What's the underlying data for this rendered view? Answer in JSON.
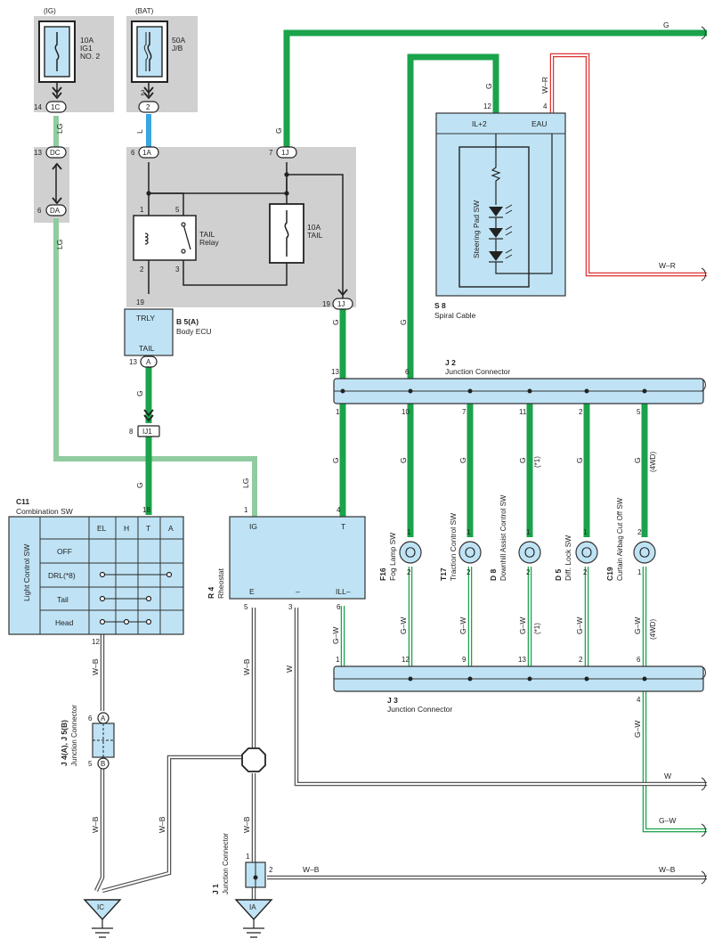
{
  "power": {
    "ig_label": "(IG)",
    "bat_label": "(BAT)",
    "fuse_ig_line1": "10A",
    "fuse_ig_line2": "IG1",
    "fuse_ig_line3": "NO. 2",
    "fuse_bat_line1": "50A",
    "fuse_bat_line2": "J/B",
    "fuse_tail_line1": "10A",
    "fuse_tail_line2": "TAIL",
    "relay_line1": "TAIL",
    "relay_line2": "Relay"
  },
  "connectors": {
    "c1C": "1C",
    "c1C_pin": "14",
    "c2": "2",
    "c2_pin": "2",
    "cDC": "DC",
    "cDC_pin": "13",
    "cDA": "DA",
    "cDA_pin": "6",
    "c1A": "1A",
    "c1A_pin": "6",
    "c1J_top": "1J",
    "c1J_top_pin": "7",
    "c1J_bot": "1J",
    "c1J_bot_pin": "19",
    "cA": "A",
    "cA_pin": "13",
    "cIJ1": "IJ1",
    "cIJ1_pin": "8",
    "j4_a": "A",
    "j4_a_pin": "6",
    "j4_b": "B",
    "j4_b_pin": "5"
  },
  "relay_pins": {
    "p1": "1",
    "p2": "2",
    "p3": "3",
    "p5": "5",
    "p19": "19"
  },
  "body_ecu": {
    "code": "B 5(A)",
    "name": "Body ECU",
    "trly": "TRLY",
    "tail": "TAIL"
  },
  "spiral": {
    "code": "S 8",
    "name": "Spiral Cable",
    "il2": "IL+2",
    "eau": "EAU",
    "pin12": "12",
    "pin4": "4",
    "steering": "Steering Pad SW"
  },
  "j2": {
    "code": "J 2",
    "name": "Junction Connector",
    "pins": [
      "13",
      "6",
      "1",
      "10",
      "7",
      "11",
      "2",
      "5"
    ]
  },
  "j3": {
    "code": "J 3",
    "name": "Junction Connector",
    "pins": [
      "1",
      "12",
      "9",
      "13",
      "2",
      "6",
      "4"
    ]
  },
  "combo": {
    "code": "C11",
    "name": "Combination SW",
    "side": "Light Control SW",
    "cols": [
      "EL",
      "H",
      "T",
      "A"
    ],
    "rows": [
      "OFF",
      "DRL(*8)",
      "Tail",
      "Head"
    ],
    "pin18": "18",
    "pin12": "12"
  },
  "rheostat": {
    "code": "R 4",
    "name": "Rheostat",
    "ig": "IG",
    "t": "T",
    "e": "E",
    "minus": "–",
    "ill": "ILL–",
    "p1": "1",
    "p4": "4",
    "p5": "5",
    "p3": "3",
    "p6": "6"
  },
  "j4": {
    "code": "J 4(A), J 5(B)",
    "name": "Junction Connector"
  },
  "j1": {
    "code": "J 1",
    "name": "Junction Connector",
    "p1": "1",
    "p2": "2"
  },
  "grounds": {
    "ic": "IC",
    "ia": "IA"
  },
  "switches": [
    {
      "code": "F16",
      "name": "Fog Lamp SW",
      "top": "1",
      "bot": "2",
      "note": ""
    },
    {
      "code": "T17",
      "name": "Traction Control SW",
      "top": "1",
      "bot": "2",
      "note": ""
    },
    {
      "code": "D 8",
      "name": "Downhill Assist Control SW",
      "top": "1",
      "bot": "2",
      "note": "(*1)"
    },
    {
      "code": "D 5",
      "name": "Diff. Lock SW",
      "top": "1",
      "bot": "2",
      "note": ""
    },
    {
      "code": "C19",
      "name": "Curtain Airbag Cut Off SW",
      "top": "2",
      "bot": "1",
      "note": "(4WD)"
    }
  ],
  "wires": {
    "G": "G",
    "LG": "LG",
    "L": "L",
    "W": "W",
    "WB": "W–B",
    "WR": "W–R",
    "GW": "G–W",
    "note1": "(*1)",
    "note4wd": "(4WD)"
  },
  "colors": {
    "green": "#1aa34a",
    "light_green": "#8fcc9f",
    "blue": "#3aa6e0",
    "red": "#d33333",
    "component_fill": "#bfe3f5",
    "shaded_area": "#d0d0d0"
  }
}
